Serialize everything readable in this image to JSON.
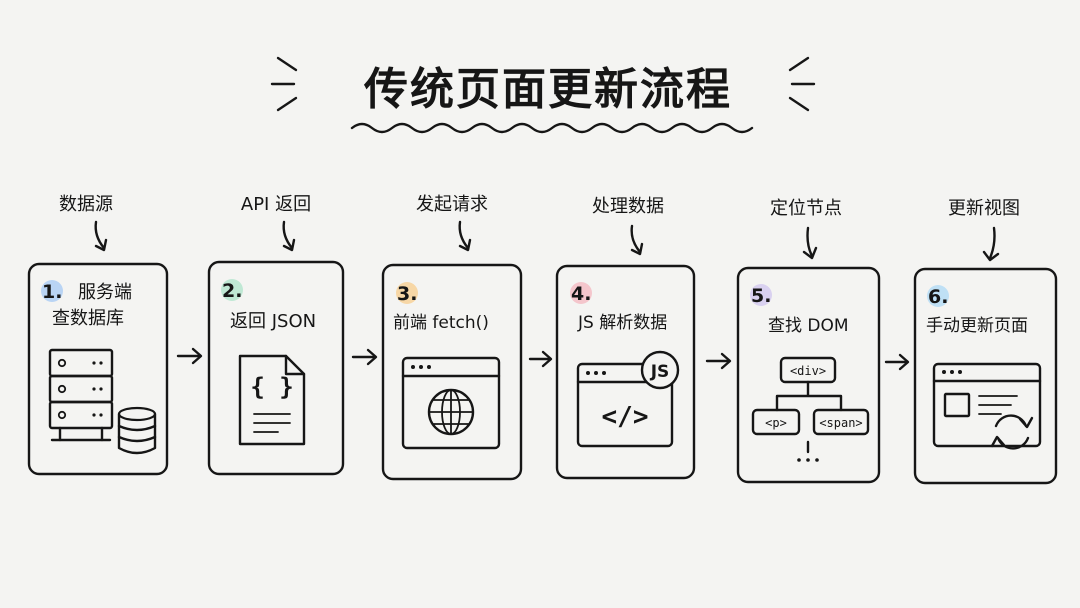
{
  "title": "传统页面更新流程",
  "steps": [
    {
      "label": "数据源",
      "number": "1.",
      "lines": [
        "服务端",
        "查数据库"
      ],
      "badge_color": "#b9d4f4",
      "icon": "server-database-icon"
    },
    {
      "label": "API 返回",
      "number": "2.",
      "lines": [
        "返回 JSON"
      ],
      "badge_color": "#bfe8d4",
      "icon": "json-document-icon"
    },
    {
      "label": "发起请求",
      "number": "3.",
      "lines": [
        "前端 fetch()"
      ],
      "badge_color": "#f7d7a6",
      "icon": "browser-globe-icon"
    },
    {
      "label": "处理数据",
      "number": "4.",
      "lines": [
        "JS 解析数据"
      ],
      "badge_color": "#f4c6cc",
      "icon": "js-code-window-icon",
      "icon_text": "JS",
      "code_text": "</>"
    },
    {
      "label": "定位节点",
      "number": "5.",
      "lines": [
        "查找 DOM"
      ],
      "badge_color": "#d9d1f0",
      "icon": "dom-tree-icon",
      "tree": {
        "root": "<div>",
        "left": "<p>",
        "right": "<span>"
      }
    },
    {
      "label": "更新视图",
      "number": "6.",
      "lines": [
        "手动更新页面"
      ],
      "badge_color": "#bfe0f5",
      "icon": "refresh-window-icon"
    }
  ]
}
